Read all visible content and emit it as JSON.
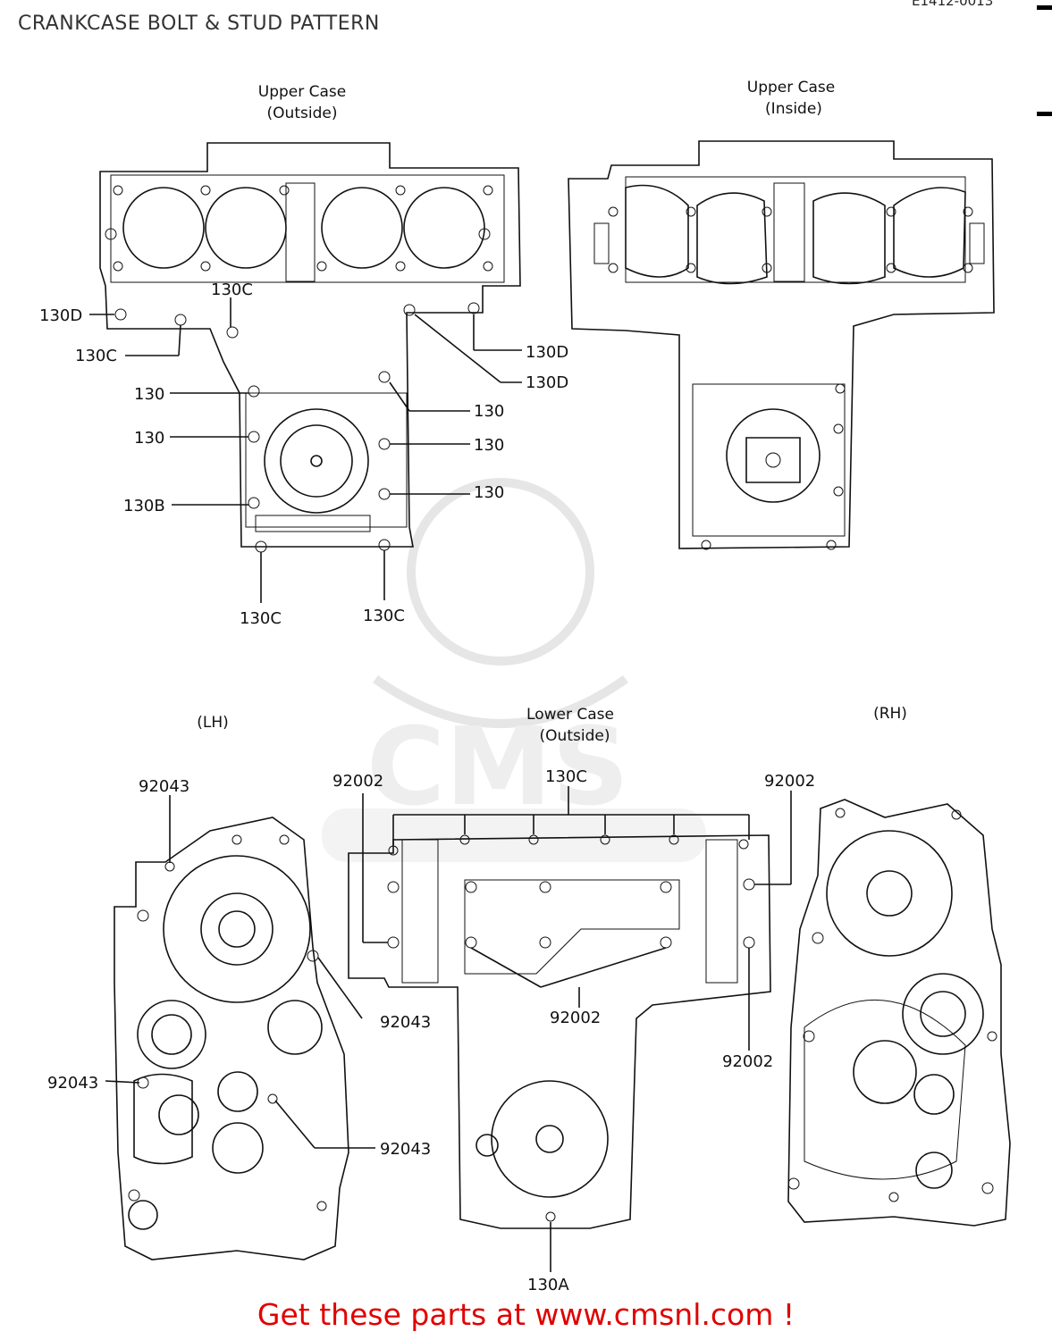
{
  "page_title": "CRANKCASE BOLT & STUD PATTERN",
  "ref_code": "E1412-0013",
  "footer_text": "Get these parts at www.cmsnl.com !",
  "watermark_text": "CMS",
  "views": {
    "upper_outside": {
      "line1": "Upper Case",
      "line2": "(Outside)"
    },
    "upper_inside": {
      "line1": "Upper Case",
      "line2": "(Inside)"
    },
    "lower_outside": {
      "line1": "Lower Case",
      "line2": "(Outside)"
    },
    "lh": "(LH)",
    "rh": "(RH)"
  },
  "callouts": {
    "u_130D_a": "130D",
    "u_130C_top": "130C",
    "u_130C_left": "130C",
    "u_130_1": "130",
    "u_130_2": "130",
    "u_130B": "130B",
    "u_130C_b1": "130C",
    "u_130C_b2": "130C",
    "u_130D_r1": "130D",
    "u_130D_r2": "130D",
    "u_130_r1": "130",
    "u_130_r2": "130",
    "u_130_r3": "130",
    "l_92043_a": "92043",
    "l_92043_b": "92043",
    "l_92043_c": "92043",
    "l_92043_d": "92043",
    "l_92002_a": "92002",
    "l_130C": "130C",
    "l_92002_b": "92002",
    "l_92002_c": "92002",
    "l_92002_d": "92002",
    "l_130A": "130A"
  }
}
